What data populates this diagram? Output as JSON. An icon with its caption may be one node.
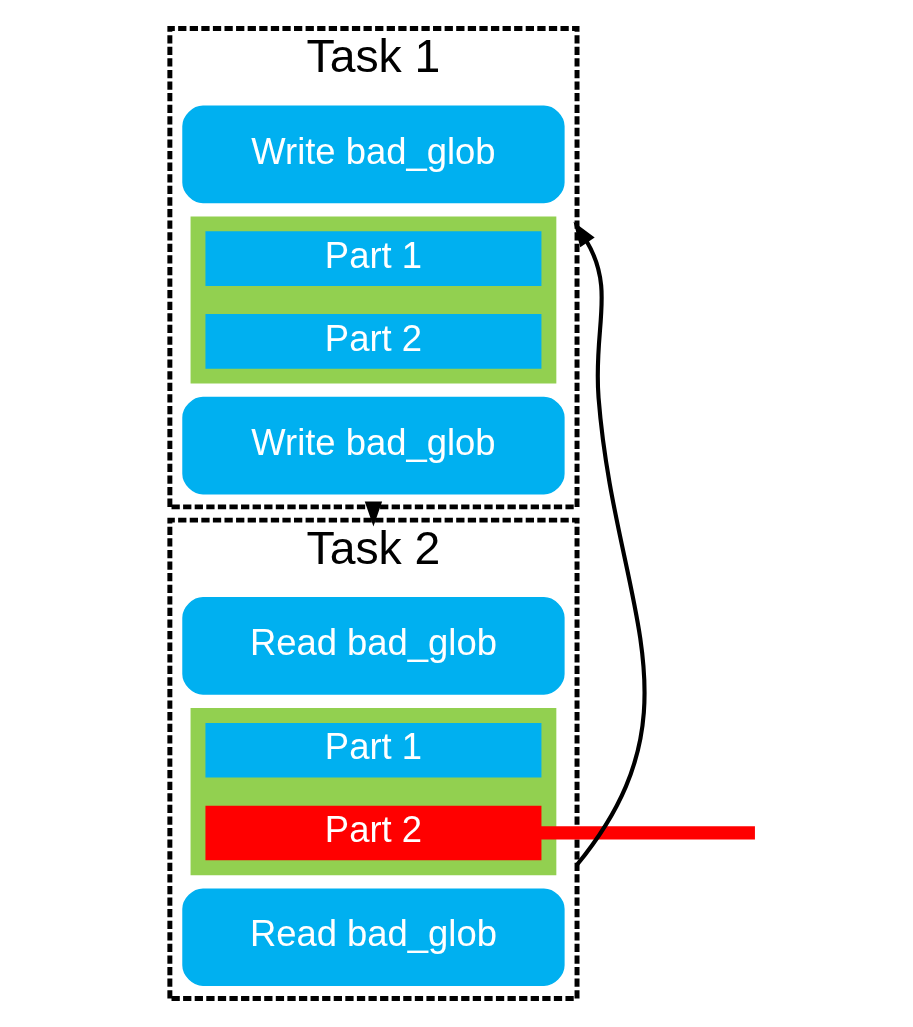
{
  "diagram": {
    "nodes": [
      {
        "text": [
          "Task 1"
        ]
      },
      {
        "text": [
          "Write bad_glob"
        ],
        "in": 0
      },
      {
        "text": [],
        "shape": "box",
        "in": 0
      },
      {
        "text": [
          "Part 1"
        ],
        "in": 2
      },
      {
        "text": [
          "Part 2"
        ],
        "in": 2
      },
      {
        "text": [
          "Write bad_glob"
        ],
        "in": 0
      },
      {
        "text": [
          "Task 2"
        ]
      },
      {
        "text": [
          "Read bad_glob"
        ],
        "in": 6
      },
      {
        "text": [],
        "shape": "box",
        "in": 6
      },
      {
        "text": [
          "Part 1"
        ],
        "in": 8
      },
      {
        "text": [
          "Part 2"
        ],
        "in": 8
      },
      {
        "text": [
          "Read bad_glob"
        ],
        "in": 6
      }
    ],
    "edges": [
      {
        "from": 0,
        "to": 6,
        "arrow": "to"
      },
      {
        "from": 6,
        "to": 0,
        "arrow": "to"
      },
      {
        "from": 10,
        "to": null,
        "arrow": "none",
        "style": "thick",
        "color": "#ff0000"
      }
    ]
  }
}
